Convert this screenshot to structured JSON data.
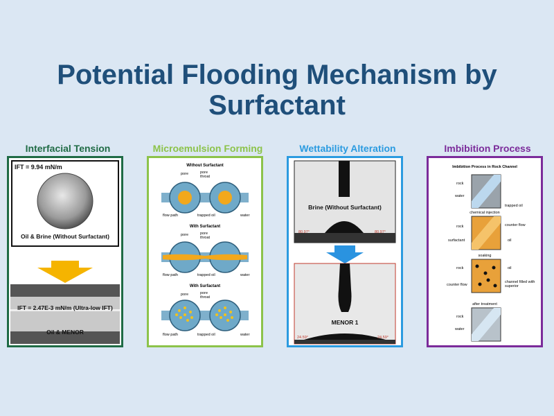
{
  "title": {
    "line1": "Potential Flooding Mechanism by",
    "line2": "Surfactant"
  },
  "colors": {
    "ift": "#1f6b45",
    "micro": "#8cc34a",
    "wett": "#2b9be0",
    "imb": "#7b2b9a",
    "arrow_orange": "#f5b400",
    "arrow_blue": "#2a93e0",
    "oil": "#f2a81c",
    "water": "#6fa9c8"
  },
  "panels": {
    "ift": {
      "heading": "Interfacial Tension",
      "top_label": "IFT = 9.94 mN/m",
      "top_caption": "Oil & Brine (Without Surfactant)",
      "bottom_label": "IFT = 2.47E-3 mN/m (Ultra-low IFT)",
      "bottom_caption": "Oil & MENOR"
    },
    "micro": {
      "heading": "Microemulsion Forming",
      "sections": [
        {
          "title": "Without Surfactant",
          "pore": "pore",
          "throat": "pore\nthroat",
          "flow": "flow path",
          "oil": "trapped oil",
          "water": "water"
        },
        {
          "title": "With Surfactant",
          "pore": "pore",
          "throat": "pore\nthroat",
          "flow": "flow path",
          "oil": "trapped oil",
          "water": "water"
        },
        {
          "title": "With Surfactant",
          "pore": "pore",
          "throat": "pore\nthroat",
          "flow": "flow path",
          "oil": "trapped oil",
          "water": "water"
        }
      ]
    },
    "wett": {
      "heading": "Wettability Alteration",
      "top_caption": "Brine (Without Surfactant)",
      "top_angle": "80.97°",
      "bottom_caption": "MENOR 1",
      "bottom_angle": "24.59°"
    },
    "imb": {
      "heading": "Imbibition  Process",
      "inner_title": "Imbibition Process in Rock Channel",
      "s1": {
        "rock": "rock",
        "water": "water",
        "oil": "trapped oil"
      },
      "s2": {
        "title": "chemical injection",
        "rock": "rock",
        "counter": "counter flow",
        "surf": "surfactant",
        "oil": "oil"
      },
      "s3": {
        "title": "soaking",
        "rock": "rock",
        "oil": "oil",
        "counter": "counter flow",
        "channel": "channel filled with superior"
      },
      "s4": {
        "title": "after treatment",
        "rock": "rock",
        "water": "water"
      }
    }
  }
}
